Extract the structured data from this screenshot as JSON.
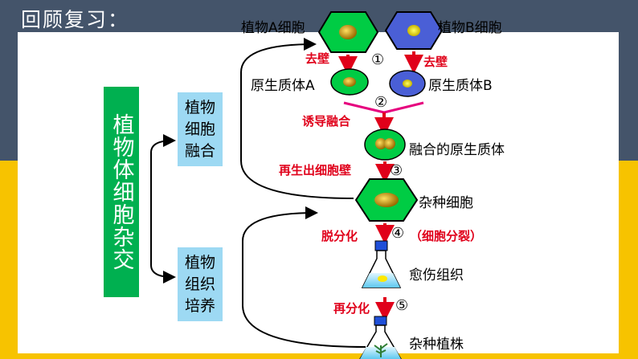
{
  "heading": "回顾复习：",
  "main_box": "植物体细胞杂交",
  "box_fusion": "植物细胞融合",
  "box_culture": "植物组织培养",
  "cells": {
    "cell_a": "植物A细胞",
    "cell_b": "植物B细胞",
    "proto_a": "原生质体A",
    "proto_b": "原生质体B",
    "fused": "融合的原生质体",
    "hybrid": "杂种细胞",
    "callus": "愈伤组织",
    "plant": "杂种植株"
  },
  "steps": {
    "remove_wall_left": "去壁",
    "remove_wall_right": "去壁",
    "induce": "诱导融合",
    "regenerate": "再生出细胞壁",
    "dediff": "脱分化",
    "dediff_note": "（细胞分裂）",
    "rediff": "再分化"
  },
  "numbers": [
    "①",
    "②",
    "③",
    "④",
    "⑤"
  ],
  "colors": {
    "top_band": "#44546a",
    "bottom_band": "#f7c300",
    "green_box": "#00b050",
    "light_box": "#9dd9f3",
    "arrow_red": "#e0001a",
    "cell_green": "#00cc44",
    "cell_blue": "#4a5fd6"
  }
}
